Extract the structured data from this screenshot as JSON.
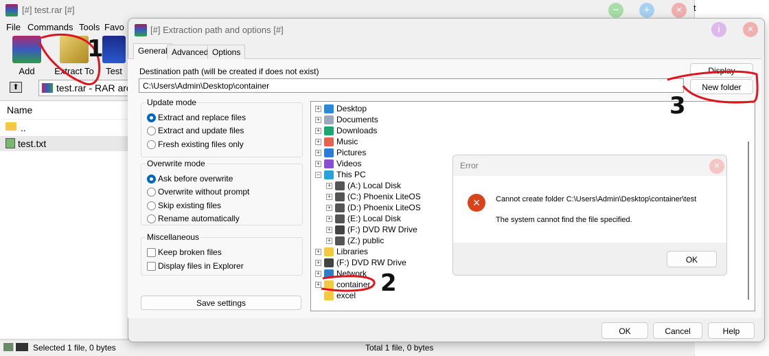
{
  "main_window": {
    "title": "[#] test.rar [#]",
    "menu": [
      "File",
      "Commands",
      "Tools",
      "Favo"
    ],
    "toolbar": [
      {
        "label": "Add",
        "icon": "archive-add-icon"
      },
      {
        "label": "Extract To",
        "icon": "extract-to-icon"
      },
      {
        "label": "Test",
        "icon": "test-icon"
      }
    ],
    "address": "test.rar - RAR arc",
    "list_header": "Name",
    "files": [
      "..",
      "test.txt"
    ],
    "status_left": "Selected 1 file, 0 bytes",
    "status_right": "Total 1 file, 0 bytes"
  },
  "dialog": {
    "title": "[#] Extraction path and options [#]",
    "tabs": [
      "General",
      "Advanced",
      "Options"
    ],
    "active_tab": "General",
    "dest_label": "Destination path (will be created if does not exist)",
    "dest_value": "C:\\Users\\Admin\\Desktop\\container",
    "display_btn": "Display",
    "new_folder_btn": "New folder",
    "update_mode": {
      "title": "Update mode",
      "options": [
        "Extract and replace files",
        "Extract and update files",
        "Fresh existing files only"
      ],
      "selected": 0
    },
    "overwrite_mode": {
      "title": "Overwrite mode",
      "options": [
        "Ask before overwrite",
        "Overwrite without prompt",
        "Skip existing files",
        "Rename automatically"
      ],
      "selected": 0
    },
    "misc": {
      "title": "Miscellaneous",
      "options": [
        "Keep broken files",
        "Display files in Explorer"
      ]
    },
    "save_settings": "Save settings",
    "tree": [
      {
        "label": "Desktop",
        "level": 0,
        "color": "#2a8ad8"
      },
      {
        "label": "Documents",
        "level": 0,
        "color": "#9aa9bb"
      },
      {
        "label": "Downloads",
        "level": 0,
        "color": "#1ea672"
      },
      {
        "label": "Music",
        "level": 0,
        "color": "#e2664f"
      },
      {
        "label": "Pictures",
        "level": 0,
        "color": "#2c7dd6"
      },
      {
        "label": "Videos",
        "level": 0,
        "color": "#8a4fd0"
      },
      {
        "label": "This PC",
        "level": 0,
        "color": "#2aa1d8",
        "expanded": true
      },
      {
        "label": "(A:) Local Disk",
        "level": 1,
        "color": "#555"
      },
      {
        "label": "(C:) Phoenix LiteOS",
        "level": 1,
        "color": "#555"
      },
      {
        "label": "(D:) Phoenix LiteOS",
        "level": 1,
        "color": "#555"
      },
      {
        "label": "(E:) Local Disk",
        "level": 1,
        "color": "#555"
      },
      {
        "label": "(F:) DVD RW Drive",
        "level": 1,
        "color": "#444"
      },
      {
        "label": "(Z:) public",
        "level": 1,
        "color": "#555"
      },
      {
        "label": "Libraries",
        "level": 0,
        "color": "#f5c842"
      },
      {
        "label": "(F:) DVD RW Drive",
        "level": 0,
        "color": "#444"
      },
      {
        "label": "Network",
        "level": 0,
        "color": "#2a7fc8"
      },
      {
        "label": "container",
        "level": 0,
        "color": "#f5c842"
      },
      {
        "label": "excel",
        "level": 0,
        "color": "#f5c842",
        "leaf": true
      }
    ],
    "ok": "OK",
    "cancel": "Cancel",
    "help": "Help"
  },
  "error": {
    "title": "Error",
    "message": "Cannot create folder C:\\Users\\Admin\\Desktop\\container\\test",
    "detail": "The system cannot find the file specified.",
    "ok": "OK"
  },
  "annotations": [
    "1",
    "2",
    "3"
  ],
  "colors": {
    "accent": "#0067c0",
    "annotation": "#e0141e",
    "error": "#d8431c"
  }
}
